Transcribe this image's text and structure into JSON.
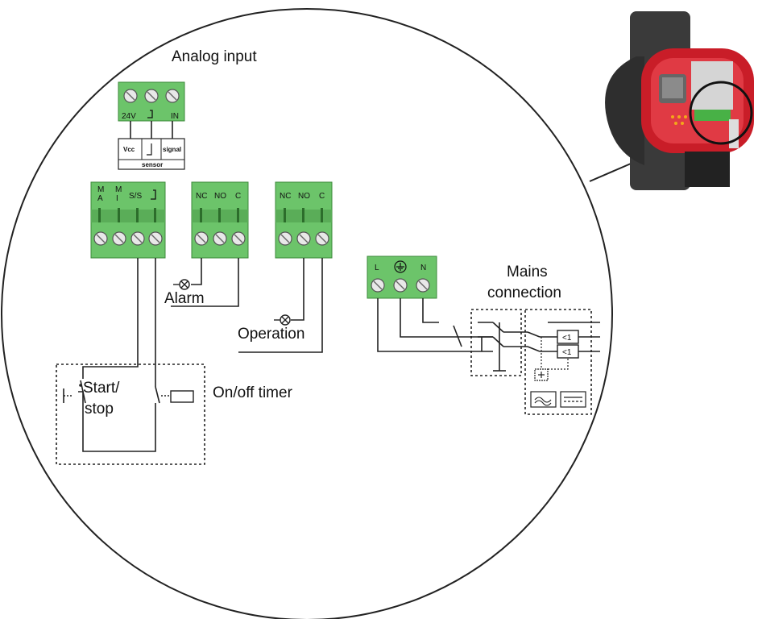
{
  "labels": {
    "analog_input": "Analog input",
    "alarm": "Alarm",
    "operation": "Operation",
    "start_stop_1": "Start/",
    "start_stop_2": "stop",
    "onoff_timer": "On/off timer",
    "mains_1": "Mains",
    "mains_2": "connection"
  },
  "analog_terminal": {
    "left": "24V",
    "right": "IN"
  },
  "sensor": {
    "vcc": "Vcc",
    "signal": "signal",
    "title": "sensor"
  },
  "control_terminal": {
    "pins": [
      "M A",
      "M I",
      "S/S",
      ""
    ]
  },
  "relay_alarm": {
    "pins": [
      "NC",
      "NO",
      "C"
    ]
  },
  "relay_operation": {
    "pins": [
      "NC",
      "NO",
      "C"
    ]
  },
  "mains_terminal": {
    "pins": [
      "L",
      "",
      "N"
    ]
  },
  "colors": {
    "terminal_green": "#6cc46a",
    "pump_red": "#d21f2b",
    "pump_body": "#3a3a3a"
  },
  "icons": {
    "ground": "ground-icon",
    "lamp": "lamp-icon",
    "relay_coil": "relay-coil-icon"
  }
}
